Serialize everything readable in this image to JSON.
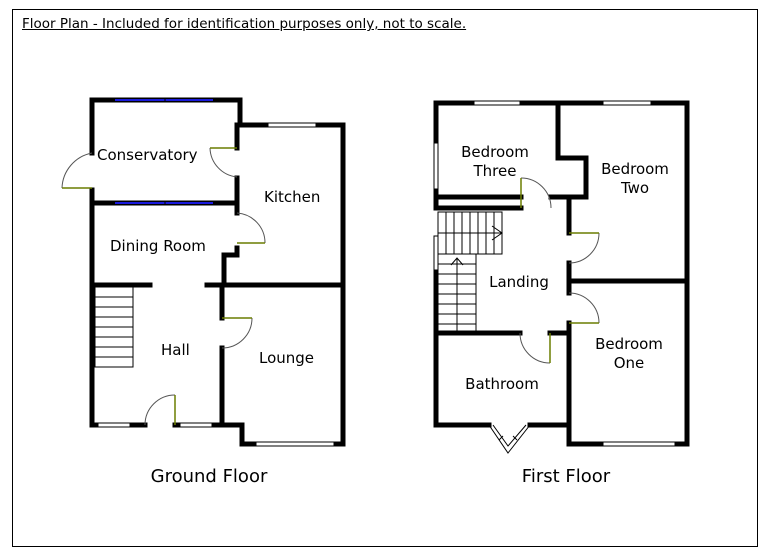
{
  "note": "Floor Plan - Included for identification purposes only, not to scale.",
  "ground_floor": {
    "label": "Ground Floor",
    "rooms": {
      "conservatory": "Conservatory",
      "kitchen": "Kitchen",
      "dining_room": "Dining Room",
      "hall": "Hall",
      "lounge": "Lounge"
    }
  },
  "first_floor": {
    "label": "First Floor",
    "rooms": {
      "bedroom_three_l1": "Bedroom",
      "bedroom_three_l2": "Three",
      "bedroom_two_l1": "Bedroom",
      "bedroom_two_l2": "Two",
      "landing": "Landing",
      "bathroom": "Bathroom",
      "bedroom_one_l1": "Bedroom",
      "bedroom_one_l2": "One"
    }
  }
}
